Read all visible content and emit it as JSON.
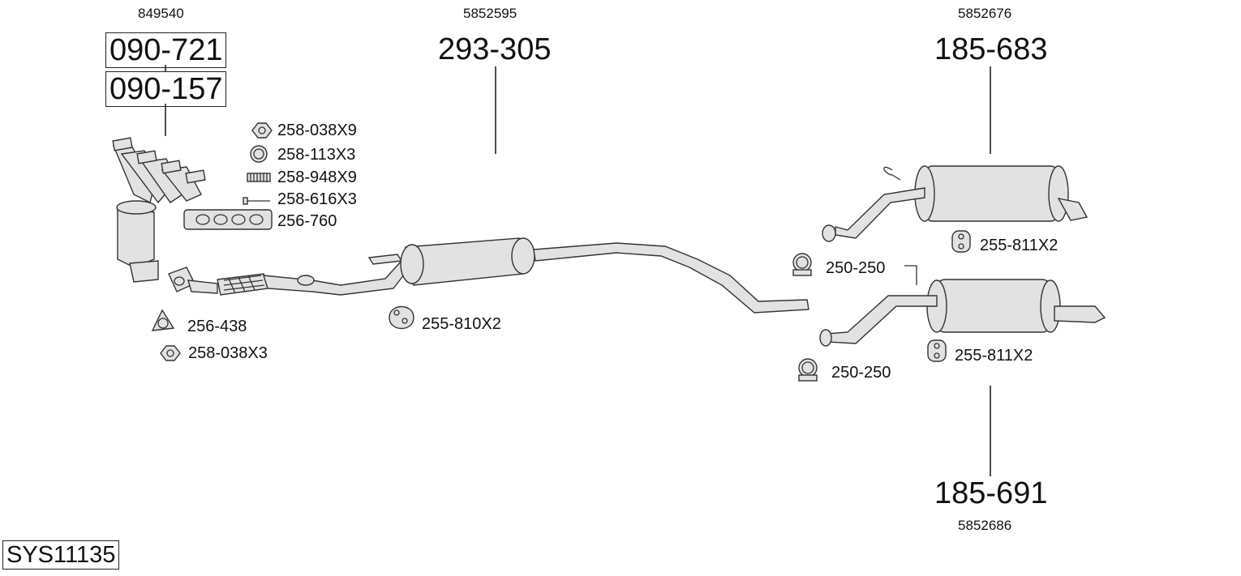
{
  "diagram": {
    "system_code": "SYS11135",
    "manifold": {
      "oe_number": "849540",
      "part_top": "090-721",
      "part_bottom": "090-157"
    },
    "middle": {
      "oe_number": "5852595",
      "part": "293-305"
    },
    "rear_upper": {
      "oe_number": "5852676",
      "part": "185-683"
    },
    "rear_lower": {
      "oe_number": "5852686",
      "part": "185-691"
    },
    "accessories": {
      "a1": "258-038X9",
      "a2": "258-113X3",
      "a3": "258-948X9",
      "a4": "258-616X3",
      "a5": "256-760",
      "a6": "256-438",
      "a7": "258-038X3",
      "a8": "255-810X2",
      "a9": "250-250",
      "a10": "255-811X2",
      "a11": "250-250",
      "a12": "255-811X2"
    }
  }
}
